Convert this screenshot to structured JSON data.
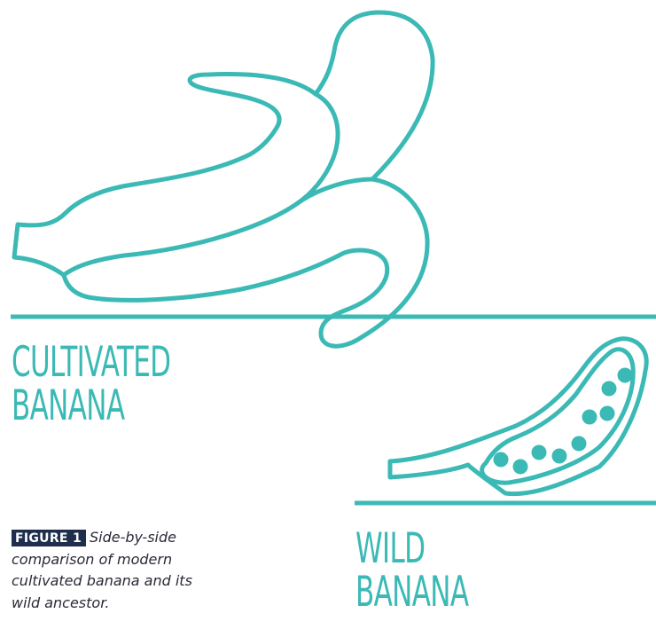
{
  "cultivated": {
    "line1": "CULTIVATED",
    "line2": "BANANA"
  },
  "wild": {
    "line1": "WILD",
    "line2": "BANANA"
  },
  "caption": {
    "label": "FIGURE 1",
    "text": "Side-by-side comparison of modern cultivated banana and its wild ancestor."
  },
  "colors": {
    "accent": "#3bb9b5",
    "caption_label_bg": "#1f2e4d",
    "caption_text": "#2a2a38"
  }
}
